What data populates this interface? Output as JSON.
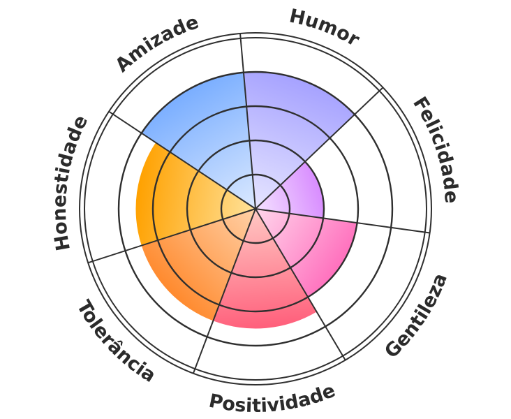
{
  "chart_data": {
    "type": "radial-segment",
    "title": "",
    "categories": [
      "Humor",
      "Felicidade",
      "Gentileza",
      "Positividade",
      "Tolerância",
      "Honestidade",
      "Amizade"
    ],
    "values": [
      4,
      2,
      3,
      3.5,
      3.5,
      3.5,
      4
    ],
    "max": 5,
    "rings": 5,
    "grid": true,
    "colors": [
      [
        "#a6a2ff",
        "#e6e5ff"
      ],
      [
        "#d88cff",
        "#f4e2ff"
      ],
      [
        "#ff70bd",
        "#ffd6ec"
      ],
      [
        "#ff5f7b",
        "#ffc9c4"
      ],
      [
        "#ff8a2e",
        "#ffd1a8"
      ],
      [
        "#ffa100",
        "#ffe29a"
      ],
      [
        "#7aaeff",
        "#dbe9ff"
      ]
    ]
  }
}
